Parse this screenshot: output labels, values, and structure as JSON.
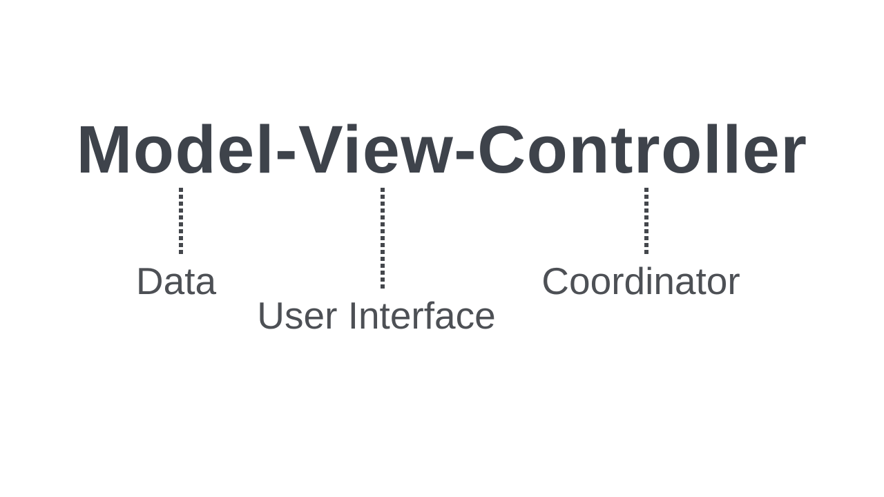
{
  "slide": {
    "title": "Model-View-Controller",
    "annotations": [
      {
        "term": "Model",
        "label": "Data"
      },
      {
        "term": "View",
        "label": "User Interface"
      },
      {
        "term": "Controller",
        "label": "Coordinator"
      }
    ]
  },
  "colors": {
    "background": "#ffffff",
    "title_text": "#3e434b",
    "label_text": "#4d5055",
    "dot": "#44474c"
  }
}
